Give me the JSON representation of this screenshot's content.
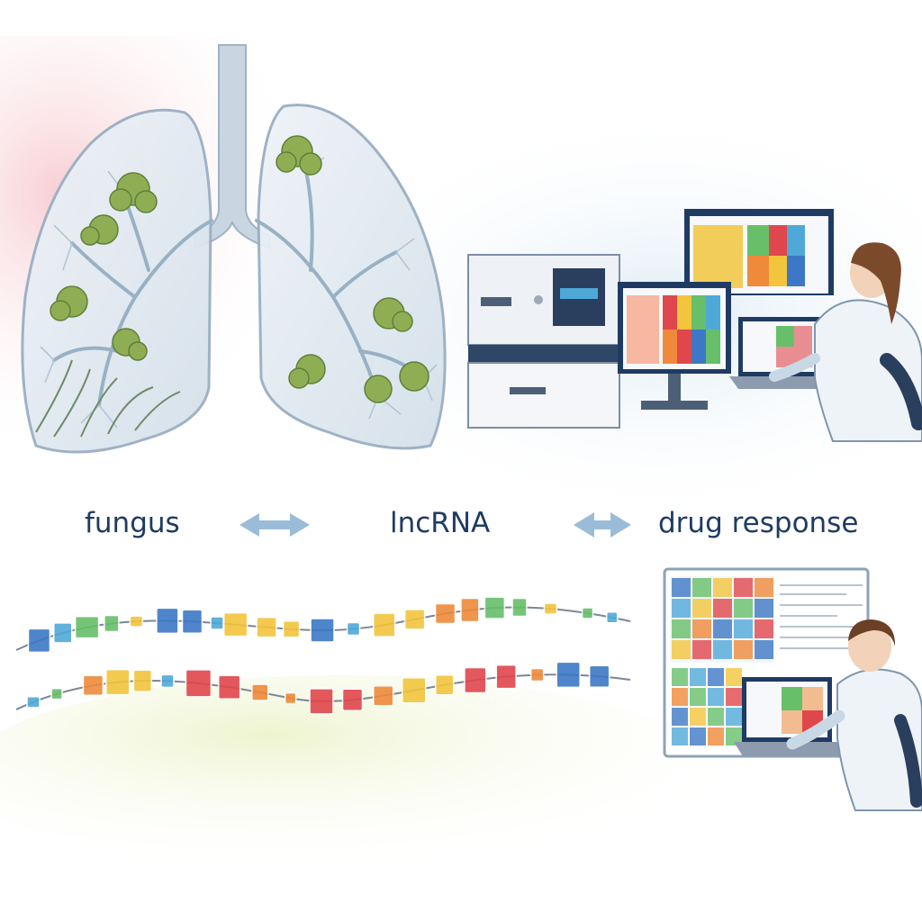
{
  "concepts": {
    "fungus": "fungus",
    "lncrna": "lncRNA",
    "drug_response": "drug response"
  },
  "colors": {
    "text": "#1f3b63",
    "arrow": "#9bbcd8",
    "lung": "#b9c8d6",
    "fungus": "#8fae54",
    "block_palette": [
      "#3d78c6",
      "#4fa9d8",
      "#67bf6a",
      "#f2c53d",
      "#ef8a3a",
      "#e0474c"
    ]
  },
  "icons": {
    "arrow_1": "double-arrow-icon",
    "arrow_2": "double-arrow-icon"
  }
}
